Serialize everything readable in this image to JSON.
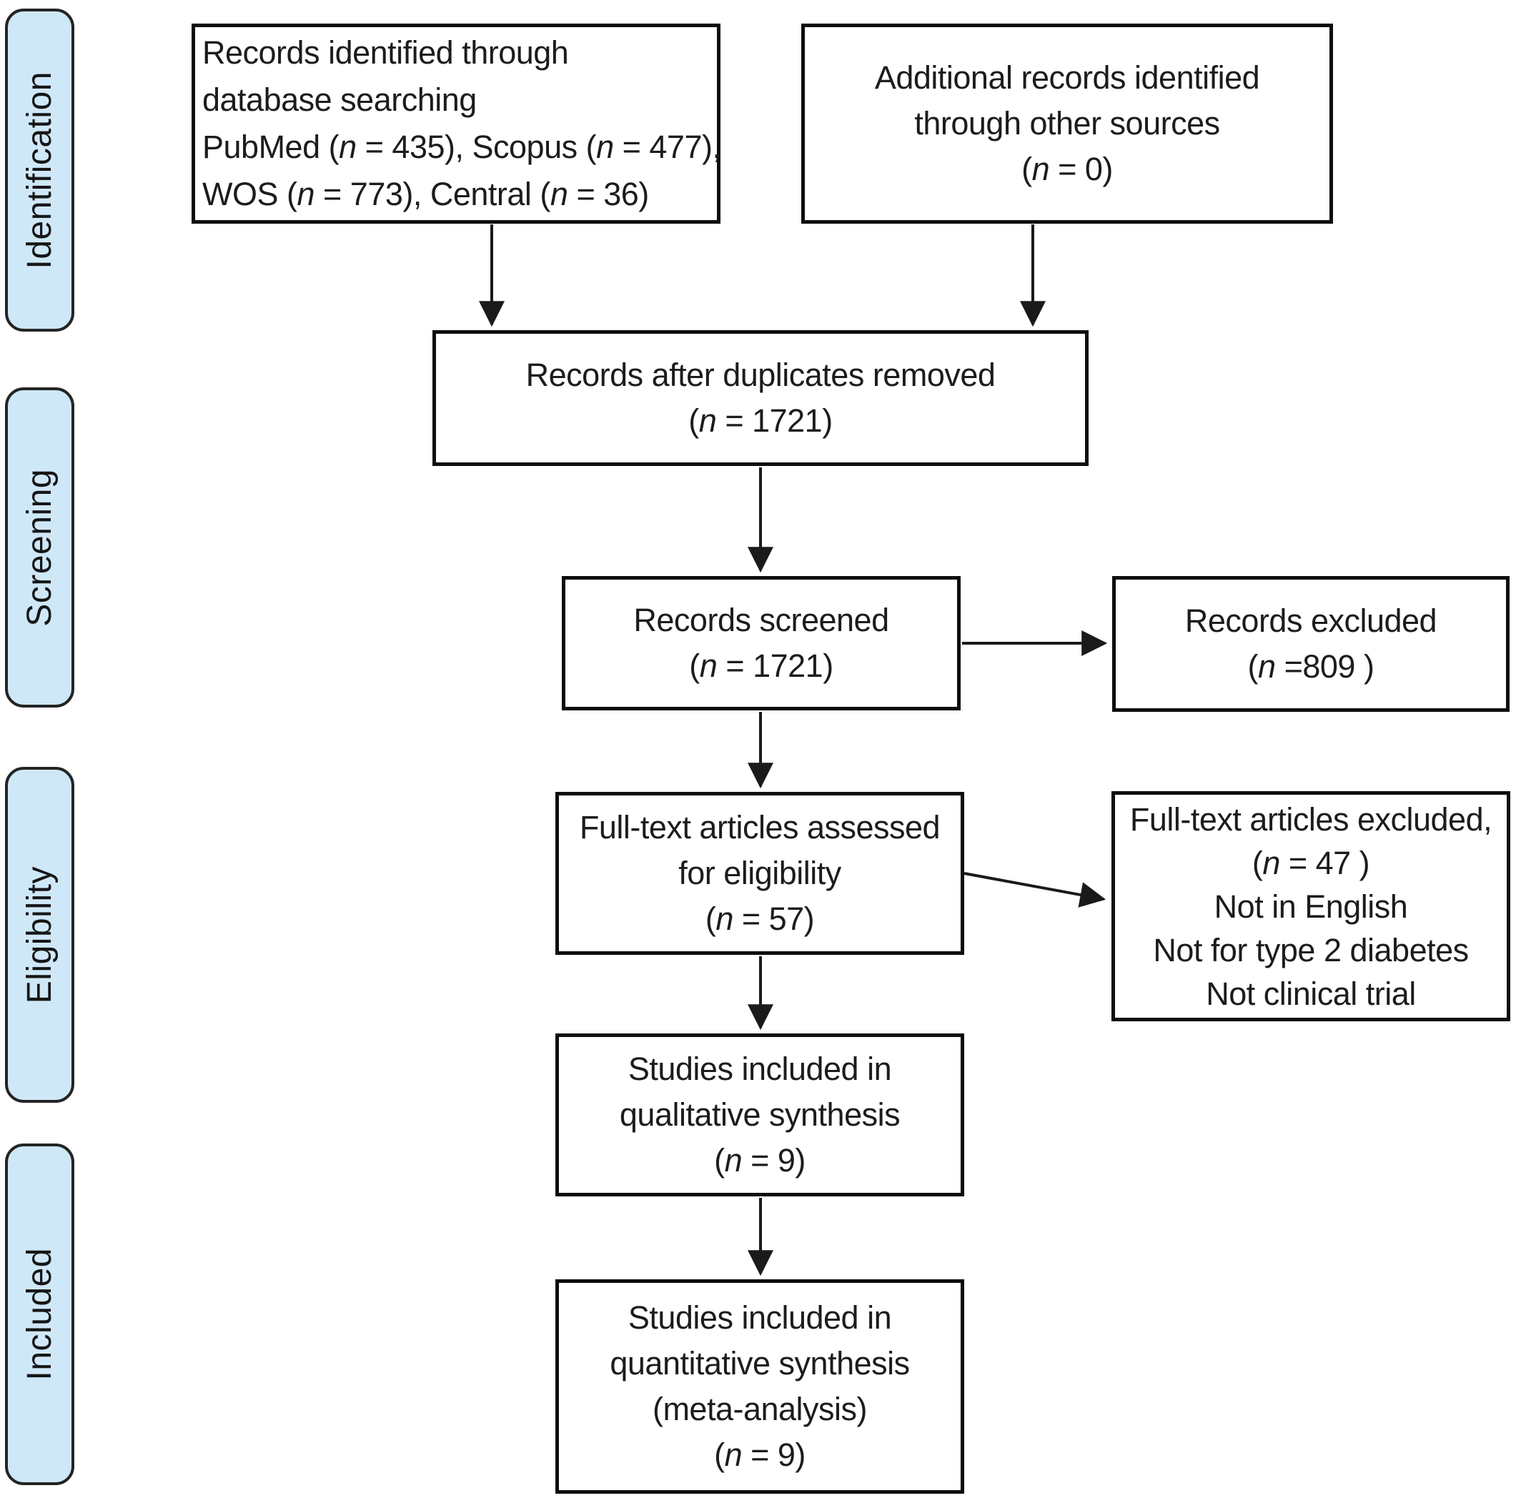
{
  "diagram": {
    "type": "prisma-flow",
    "colors": {
      "stage_fill": "#cfe8f8",
      "stage_border": "#242424",
      "box_border": "#0d0d0d",
      "arrow": "#1a1a1a",
      "text": "#1c1c1c",
      "background": "#ffffff"
    },
    "stages": [
      {
        "label": "Identification"
      },
      {
        "label": "Screening"
      },
      {
        "label": "Eligibility"
      },
      {
        "label": "Included"
      }
    ],
    "boxes": {
      "identified": {
        "lines": [
          "Records identified through",
          "database searching",
          "PubMed (n = 435), Scopus (n = 477),",
          "WOS  (n = 773), Central (n = 36)"
        ]
      },
      "additional": {
        "lines": [
          "Additional records identified",
          "through other sources",
          "(n = 0)"
        ]
      },
      "deduplicated": {
        "lines": [
          "Records after duplicates removed",
          "(n = 1721)"
        ]
      },
      "screened": {
        "lines": [
          "Records screened",
          "(n = 1721)"
        ]
      },
      "records_excluded": {
        "lines": [
          "Records excluded",
          "(n =809 )"
        ]
      },
      "fulltext_assessed": {
        "lines": [
          "Full-text articles assessed",
          "for eligibility",
          "(n = 57)"
        ]
      },
      "fulltext_excluded": {
        "lines": [
          "Full-text articles excluded,",
          "(n = 47 )",
          "Not in English",
          "Not for type 2 diabetes",
          "Not clinical trial"
        ]
      },
      "qualitative": {
        "lines": [
          "Studies included in",
          "qualitative synthesis",
          "(n = 9)"
        ]
      },
      "quantitative": {
        "lines": [
          "Studies included in",
          "quantitative synthesis",
          "(meta-analysis)",
          "(n = 9)"
        ]
      }
    }
  }
}
